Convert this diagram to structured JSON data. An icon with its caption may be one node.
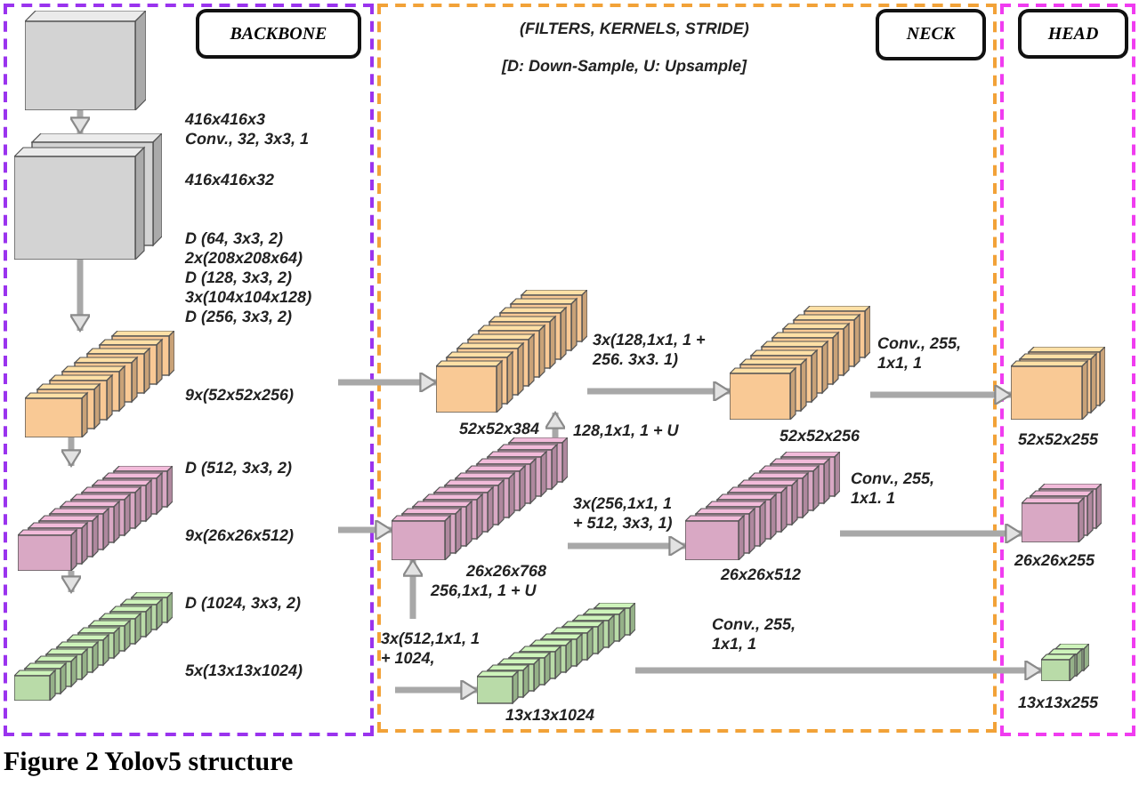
{
  "diagram": {
    "caption": "Figure 2 Yolov5 structure",
    "nodes": [
      {
        "text": [],
        "shape": "box"
      },
      {
        "text": [
          "BACKBONE"
        ],
        "in": 0
      },
      {
        "text": [],
        "shape": "box",
        "in": 0,
        "beside": [
          "416x416x3"
        ]
      },
      {
        "text": [],
        "shape": "box",
        "in": 0,
        "beside": [
          "416x416x32"
        ]
      },
      {
        "text": [],
        "shape": "box",
        "in": 0,
        "beside": [
          "9x(52x52x256)"
        ]
      },
      {
        "text": [],
        "shape": "box",
        "in": 0,
        "beside": [
          "9x(26x26x512)"
        ]
      },
      {
        "text": [],
        "shape": "box",
        "in": 0,
        "beside": [
          "5x(13x13x1024)"
        ]
      },
      {
        "text": [],
        "shape": "box"
      },
      {
        "text": [
          "NECK"
        ],
        "in": 7
      },
      {
        "text": [],
        "shape": "box",
        "in": 7,
        "beside": [
          "52x52x384"
        ]
      },
      {
        "text": [],
        "shape": "box",
        "in": 7,
        "beside": [
          "52x52x256"
        ]
      },
      {
        "text": [],
        "shape": "box",
        "in": 7,
        "beside": [
          "26x26x768"
        ]
      },
      {
        "text": [],
        "shape": "box",
        "in": 7,
        "beside": [
          "26x26x512"
        ]
      },
      {
        "text": [],
        "shape": "box",
        "in": 7,
        "beside": [
          "13x13x1024"
        ]
      },
      {
        "text": [],
        "shape": "box"
      },
      {
        "text": [
          "HEAD"
        ],
        "in": 14
      },
      {
        "text": [],
        "shape": "box",
        "in": 14,
        "beside": [
          "52x52x255"
        ]
      },
      {
        "text": [],
        "shape": "box",
        "in": 14,
        "beside": [
          "26x26x255"
        ]
      },
      {
        "text": [],
        "shape": "box",
        "in": 14,
        "beside": [
          "13x13x255"
        ]
      }
    ],
    "edges": [
      {
        "from": 2,
        "to": 3,
        "arrow": "to"
      },
      {
        "from": 3,
        "to": 4,
        "arrow": "to"
      },
      {
        "from": 4,
        "to": 5,
        "arrow": "to"
      },
      {
        "from": 5,
        "to": 6,
        "arrow": "to"
      },
      {
        "from": null,
        "to": 9,
        "arrow": "to"
      },
      {
        "from": null,
        "to": 11,
        "arrow": "to"
      },
      {
        "from": 9,
        "to": 10,
        "arrow": "to",
        "label": "3x(128,1x1, 1 + 256. 3x3. 1)"
      },
      {
        "from": 11,
        "to": 9,
        "arrow": "to",
        "label": "128,1x1, 1 + U"
      },
      {
        "from": 11,
        "to": 12,
        "arrow": "to",
        "label": "3x(256,1x1, 1 + 512, 3x3, 1)"
      },
      {
        "from": null,
        "to": 11,
        "arrow": "to",
        "label": "256,1x1, 1 + U"
      },
      {
        "from": null,
        "to": 13,
        "arrow": "to",
        "label": "3x(512,1x1, 1 + 1024,"
      },
      {
        "from": 10,
        "to": 16,
        "arrow": "to",
        "label": "Conv., 255, 1x1, 1"
      },
      {
        "from": 12,
        "to": 17,
        "arrow": "to",
        "label": "Conv., 255, 1x1. 1"
      },
      {
        "from": 13,
        "to": 18,
        "arrow": "to",
        "label": "Conv., 255, 1x1, 1"
      }
    ],
    "labels": [
      "Conv., 32, 3x3, 1",
      "D (64, 3x3, 2)",
      "2x(208x208x64)",
      "D (128, 3x3, 2)",
      "3x(104x104x128)",
      "D (256, 3x3, 2)",
      "D (512, 3x3, 2)",
      "D (1024, 3x3, 2)",
      "(FILTERS, KERNELS, STRIDE)",
      "[D: Down-Sample, U: Upsample]"
    ]
  }
}
